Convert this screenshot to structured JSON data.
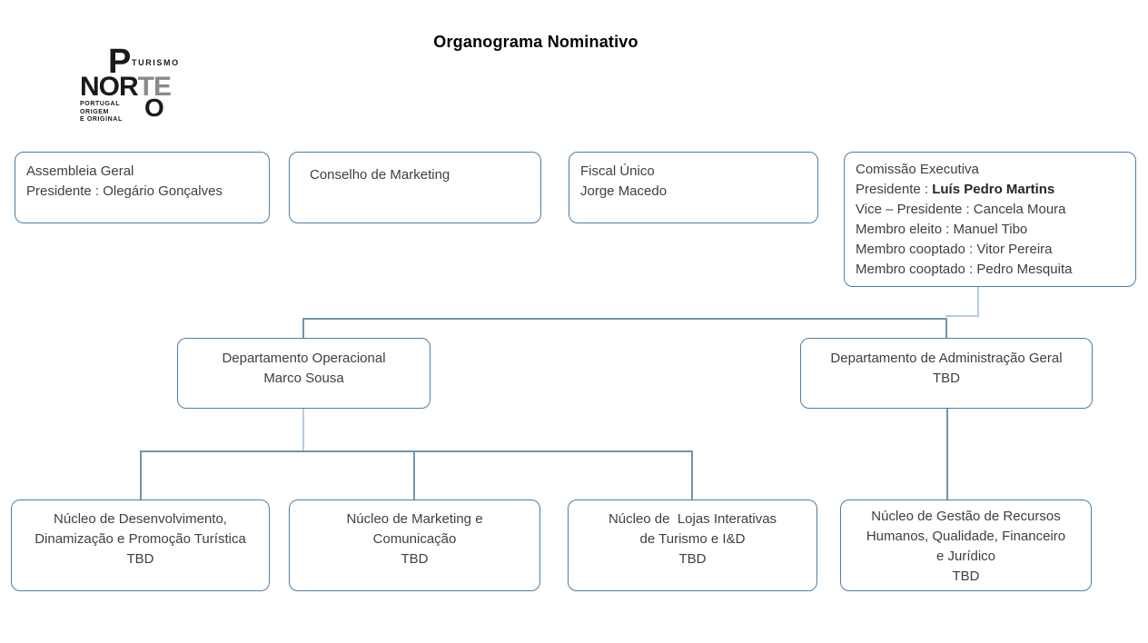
{
  "title": "Organograma Nominativo",
  "logo": {
    "turismo": "TURISMO",
    "porto_p": "P",
    "norte_dark": "NOR",
    "norte_gray": "TE",
    "porto_o": "O",
    "tagline1": "PORTUGAL",
    "tagline2": "ORIGEM",
    "tagline3": "E ORIGINAL"
  },
  "colors": {
    "box_border": "#4d7ea8",
    "connector": "#6d96b4",
    "connector_light": "#b9cbe0",
    "text": "#3f3f3f",
    "logo_black": "#1a1a1a",
    "logo_gray": "#8a8a8a"
  },
  "boxes": {
    "assembleia_geral": {
      "line1": "Assembleia Geral",
      "line2": "Presidente : Olegário Gonçalves"
    },
    "conselho_marketing": {
      "line1": "Conselho de Marketing"
    },
    "fiscal_unico": {
      "line1": "Fiscal Único",
      "line2": "Jorge Macedo"
    },
    "comissao_executiva": {
      "line1": "Comissão Executiva",
      "presidente_label": "Presidente : ",
      "presidente_nome": "Luís Pedro Martins",
      "line3": "Vice – Presidente : Cancela Moura",
      "line4": "Membro eleito : Manuel Tibo",
      "line5": "Membro cooptado : Vitor Pereira",
      "line6": "Membro cooptado : Pedro Mesquita"
    },
    "departamento_operacional": {
      "line1": "Departamento Operacional",
      "line2": "Marco Sousa"
    },
    "departamento_admin_geral": {
      "line1": "Departamento de Administração Geral",
      "line2": "TBD"
    },
    "nucleo_desenvolvimento": {
      "line1": "Núcleo de Desenvolvimento,",
      "line2": "Dinamização e Promoção Turística",
      "line3": "TBD"
    },
    "nucleo_marketing": {
      "line1": "Núcleo de Marketing e",
      "line2": "Comunicação",
      "line3": "TBD"
    },
    "nucleo_lojas": {
      "line1": "Núcleo de  Lojas Interativas",
      "line2": "de Turismo e I&D",
      "line3": "TBD"
    },
    "nucleo_gestao": {
      "line1": "Núcleo de Gestão de Recursos",
      "line2": "Humanos, Qualidade, Financeiro",
      "line3": "e Jurídico",
      "line4": "TBD"
    }
  }
}
